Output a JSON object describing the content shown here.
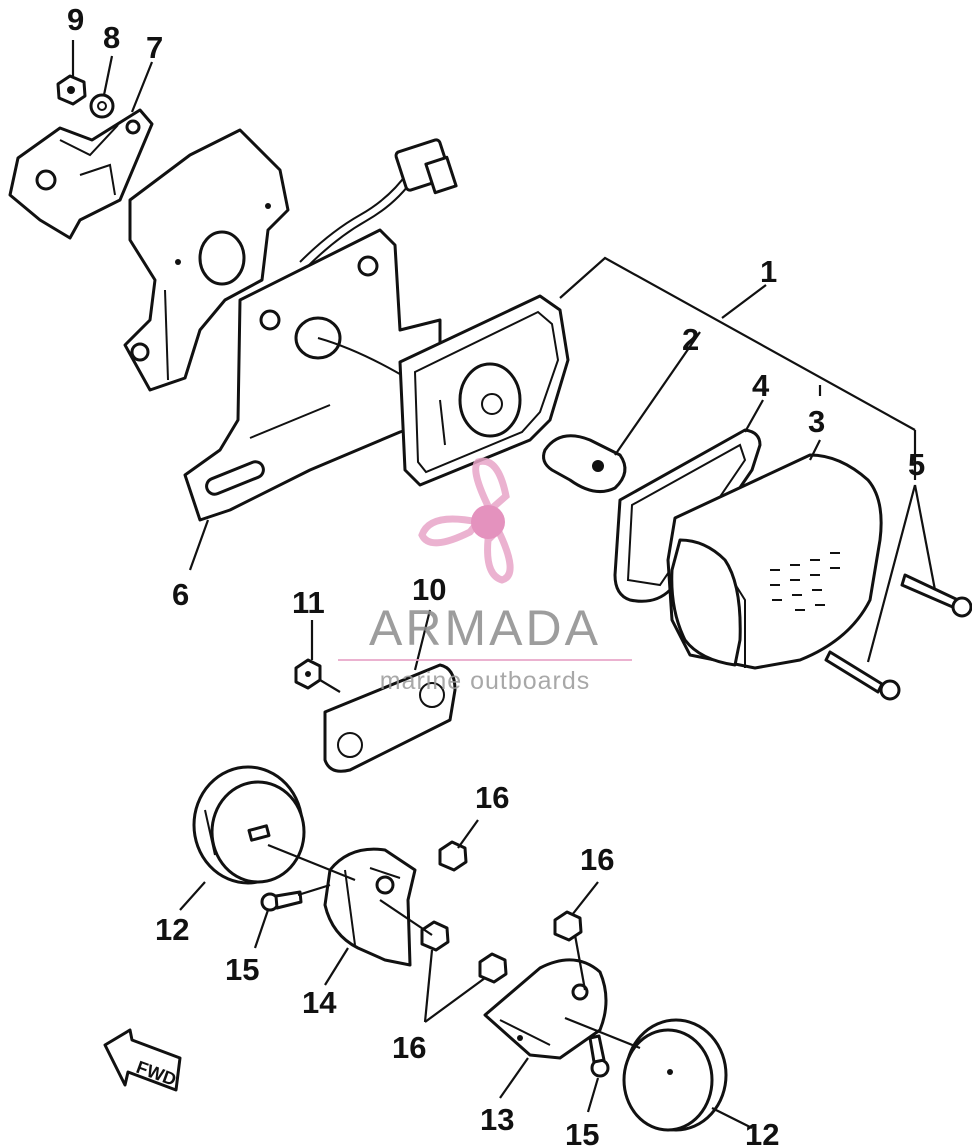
{
  "callouts": {
    "c1": "1",
    "c2": "2",
    "c3": "3",
    "c4": "4",
    "c5": "5",
    "c6": "6",
    "c7": "7",
    "c8": "8",
    "c9": "9",
    "c10": "10",
    "c11": "11",
    "c12a": "12",
    "c12b": "12",
    "c13": "13",
    "c14": "14",
    "c15a": "15",
    "c15b": "15",
    "c16a": "16",
    "c16b": "16",
    "c16c": "16"
  },
  "watermark": {
    "brand": "ARMADA",
    "tagline": "marine outboards",
    "colors": {
      "logo": "#e8a5c8",
      "logo_center": "#e07fb3",
      "text": "#8c8c8c"
    }
  },
  "direction_arrow": {
    "label": "FWD",
    "icon": "forward-arrow-icon"
  },
  "colors": {
    "line": "#111111",
    "background": "#ffffff"
  }
}
